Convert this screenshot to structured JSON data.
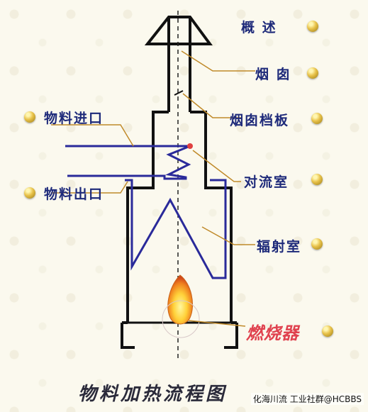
{
  "labels": {
    "overview": "概 述",
    "chimney": "烟 囱",
    "chimney_baffle": "烟囱档板",
    "material_inlet": "物料进口",
    "convection_chamber": "对流室",
    "material_outlet": "物料出口",
    "radiation_chamber": "辐射室",
    "burner": "燃烧器"
  },
  "caption": "物料加热流程图",
  "watermark": "化海川流 工业社群@HCBBS",
  "colors": {
    "structure": "#111111",
    "tube": "#2a2a9a",
    "label_text": "#1e2a7a",
    "burner_label": "#e0424f",
    "leader_line": "#c08a2a"
  }
}
